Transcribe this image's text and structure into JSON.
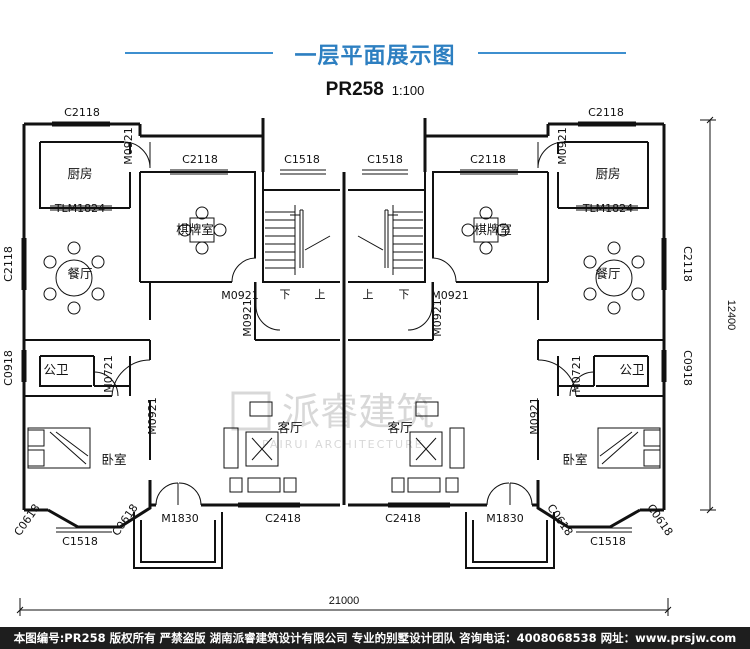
{
  "header": {
    "title": "一层平面展示图",
    "plan_code": "PR258",
    "scale": "1:100"
  },
  "rooms": {
    "kitchen": "厨房",
    "mahjong": "棋牌室",
    "dining": "餐厅",
    "bathroom": "公卫",
    "bedroom": "卧室",
    "living": "客厅",
    "down": "下",
    "up": "上"
  },
  "openings": {
    "c2118": "C2118",
    "c1518": "C1518",
    "tlm1824": "TLM1824",
    "m0921": "M0921",
    "c0918": "C0918",
    "m0721": "M0721",
    "c0618": "C0618",
    "m1830": "M1830",
    "c2418": "C2418"
  },
  "dimensions": {
    "width": "21000",
    "depth": "12400"
  },
  "watermark": {
    "name": "派睿建筑",
    "sub": "PAIRUI ARCHITECTURE"
  },
  "footer": {
    "text": "本图编号:PR258 版权所有 严禁盗版 湖南派睿建筑设计有限公司 专业的别墅设计团队 咨询电话：4008068538 网址：www.prsjw.com"
  }
}
